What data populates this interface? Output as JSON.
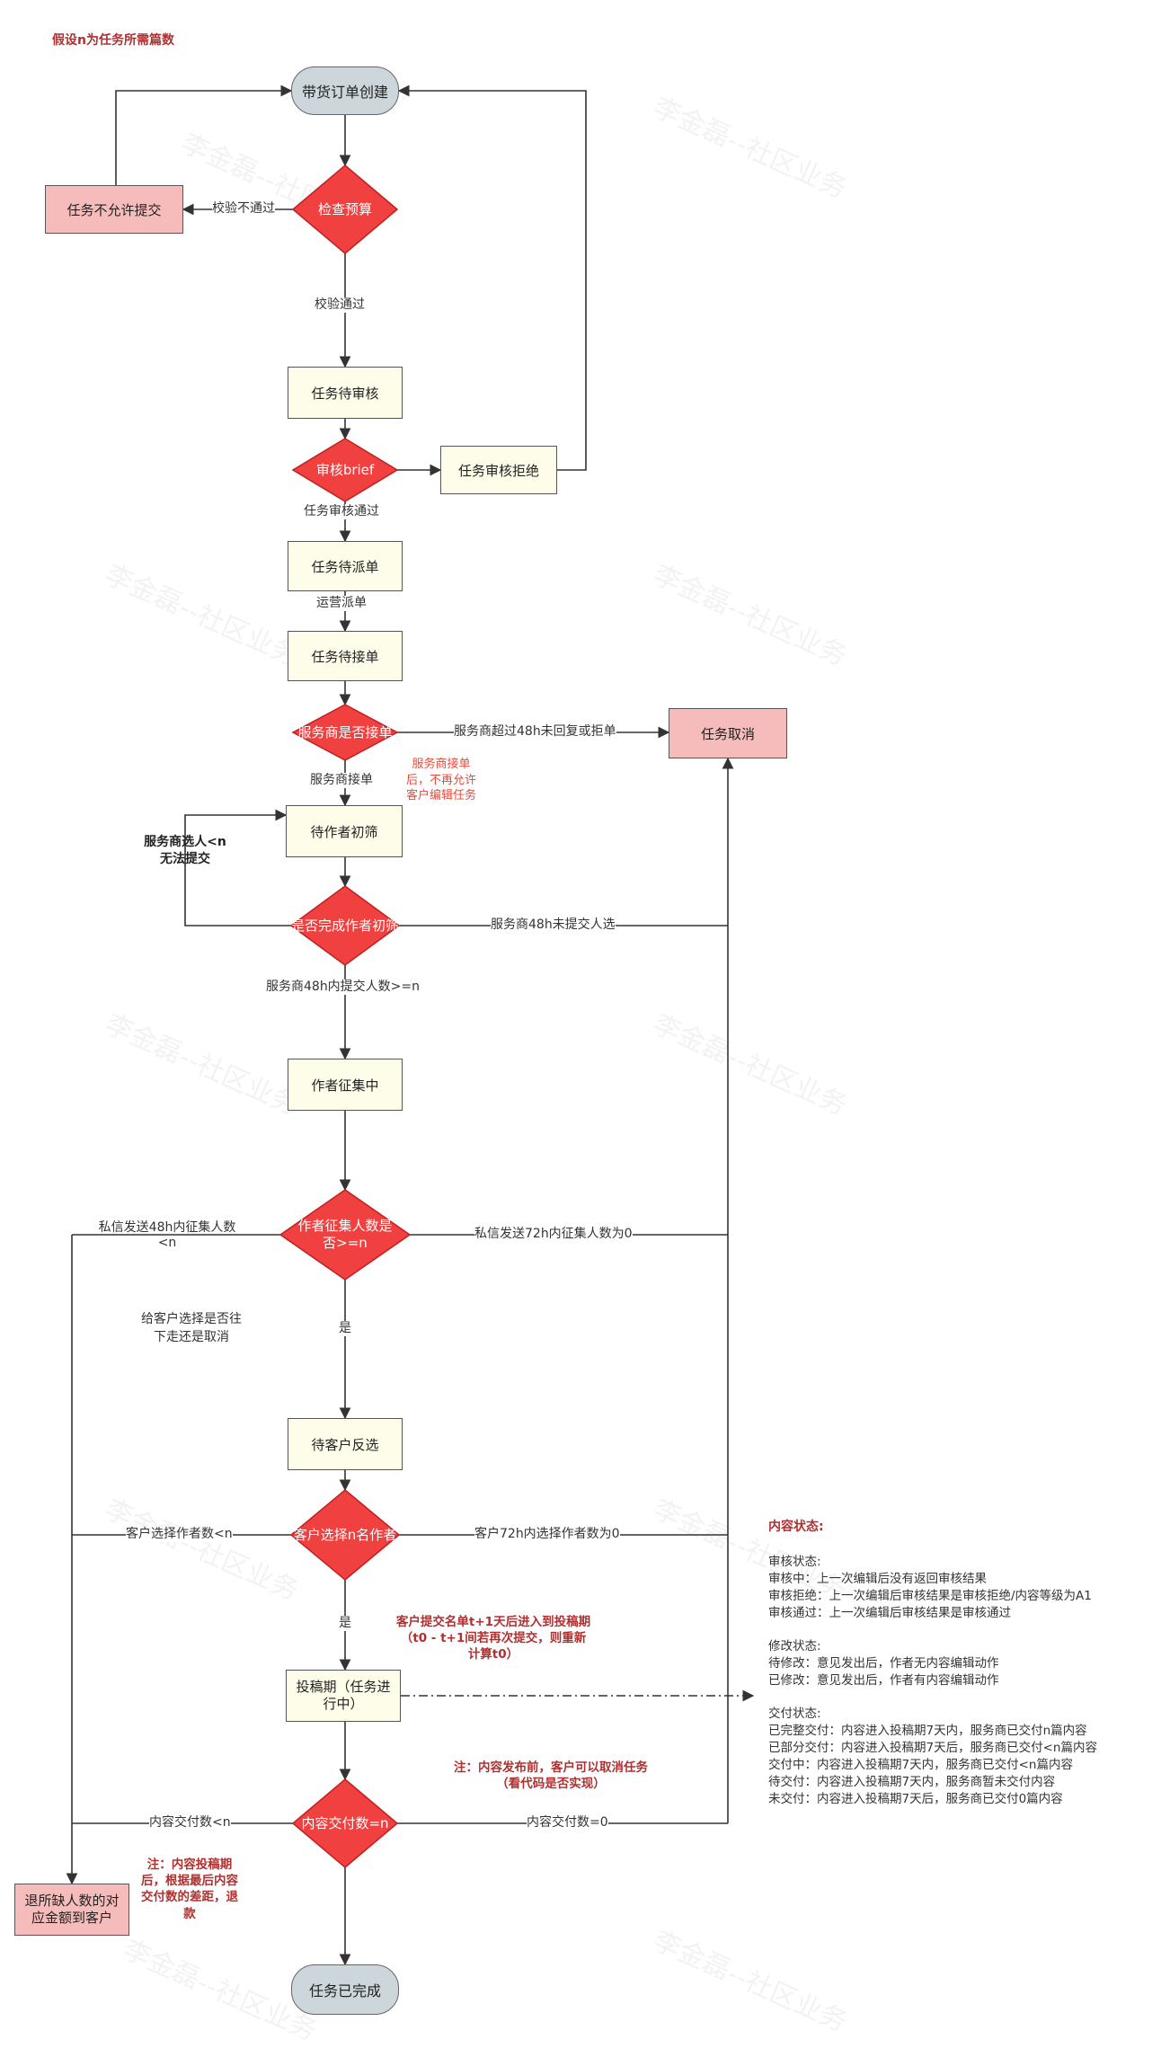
{
  "title": "假设n为任务所需篇数",
  "watermark": "李金磊--社区业务",
  "colors": {
    "decision": "#f04040",
    "decision_border": "#c02020",
    "process": "#fdfde9",
    "terminal": "#ccd6db",
    "failure": "#f6bcbc",
    "arrow": "#333333"
  },
  "nodes": {
    "start": "带货订单创建",
    "check_budget": "检查预算",
    "not_allowed": "任务不允许提交",
    "pending_review": "任务待审核",
    "review_brief": "审核brief",
    "review_rejected": "任务审核拒绝",
    "pending_dispatch": "任务待派单",
    "pending_accept": "任务待接单",
    "provider_accept": "服务商是否接单",
    "cancelled": "任务取消",
    "pending_screen": "待作者初筛",
    "screen_done": "是否完成作者初筛",
    "collecting": "作者征集中",
    "collect_count": "作者征集人数是否>=n",
    "pending_select": "待客户反选",
    "client_select": "客户选择n名作者",
    "submitting": "投稿期（任务进行中）",
    "delivered_count": "内容交付数=n",
    "refund": "退所缺人数的对应金额到客户",
    "completed": "任务已完成"
  },
  "edges": {
    "check_fail": "校验不通过",
    "check_pass": "校验通过",
    "review_pass": "任务审核通过",
    "ops_dispatch": "运营派单",
    "provider_timeout": "服务商超过48h未回复或拒单",
    "provider_accepted": "服务商接单",
    "screen_timeout": "服务商48h未提交人选",
    "screen_pass": "服务商48h内提交人数>=n",
    "collect_less": "私信发送48h内征集人数<n",
    "collect_zero": "私信发送72h内征集人数为0",
    "collect_yes": "是",
    "select_less": "客户选择作者数<n",
    "select_zero": "客户72h内选择作者数为0",
    "select_yes": "是",
    "deliver_less": "内容交付数<n",
    "deliver_zero": "内容交付数=0"
  },
  "notes": {
    "provider_note": "服务商接单后，不再允许客户编辑任务",
    "screen_note": "服务商选人<n无法提交",
    "client_choice": "给客户选择是否往下走还是取消",
    "submit_note": "客户提交名单t+1天后进入到投稿期（t0 - t+1间若再次提交，则重新计算t0）",
    "cancel_note": "注：内容发布前，客户可以取消任务（看代码是否实现）",
    "refund_note": "注：内容投稿期后，根据最后内容交付数的差距，退款"
  },
  "legend": {
    "title": "内容状态:",
    "groups": [
      {
        "header": "审核状态:",
        "lines": [
          "审核中：上一次编辑后没有返回审核结果",
          "审核拒绝：上一次编辑后审核结果是审核拒绝/内容等级为A1",
          "审核通过：上一次编辑后审核结果是审核通过"
        ]
      },
      {
        "header": "修改状态:",
        "lines": [
          "待修改：意见发出后，作者无内容编辑动作",
          "已修改：意见发出后，作者有内容编辑动作"
        ]
      },
      {
        "header": "交付状态:",
        "lines": [
          "已完整交付：内容进入投稿期7天内，服务商已交付n篇内容",
          "已部分交付：内容进入投稿期7天后，服务商已交付<n篇内容",
          "交付中：内容进入投稿期7天内，服务商已交付<n篇内容",
          "待交付：内容进入投稿期7天内，服务商暂未交付内容",
          "未交付：内容进入投稿期7天后，服务商已交付0篇内容"
        ]
      }
    ]
  }
}
